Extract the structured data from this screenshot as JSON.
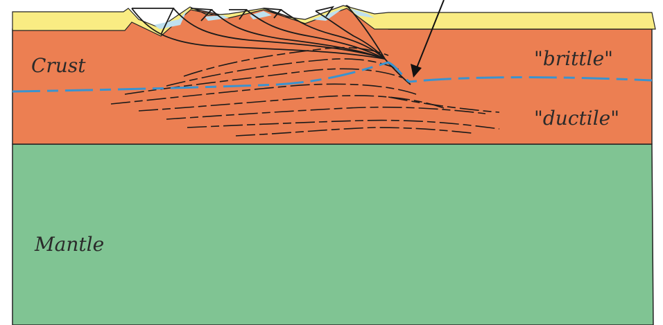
{
  "labels": {
    "crust": "Crust",
    "mantle": "Mantle",
    "brittle": "\"brittle\"",
    "ductile": "\"ductile\""
  },
  "colors": {
    "crust": "#ec7f52",
    "mantle": "#80c493",
    "sediment": "#f9ec83",
    "water": "#bfe0ef",
    "brittle_ductile_line": "#3a93cf",
    "fault_lines": "#1a1a1a"
  }
}
